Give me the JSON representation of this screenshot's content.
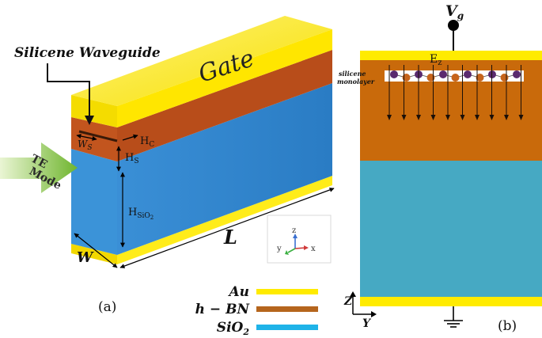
{
  "panel_a": {
    "caption": "(a)",
    "title": "Silicene Waveguide",
    "gate_label": "Gate",
    "mode_arrow": {
      "line1": "TE",
      "line2": "Mode"
    },
    "dims": {
      "ws": "W",
      "ws_sub": "S",
      "hc": "H",
      "hc_sub": "C",
      "hs": "H",
      "hs_sub": "S",
      "hsio2": "H",
      "hsio2_sub": "SiO",
      "hsio2_sub2": "2",
      "length": "L",
      "width": "W"
    },
    "axes": {
      "z": "z",
      "y": "y",
      "x": "x"
    }
  },
  "legend": [
    {
      "name": "Au",
      "color": "#ffeb00"
    },
    {
      "name": "h − BN",
      "color": "#b5651d"
    },
    {
      "name": "SiO",
      "sub": "2",
      "color": "#1fb3e8"
    }
  ],
  "panel_b": {
    "caption": "(b)",
    "gate_voltage": "V",
    "gate_voltage_sub": "g",
    "field_label": "E",
    "field_sub": "z",
    "monolayer_label_1": "silicene",
    "monolayer_label_2": "monolayer",
    "axes": {
      "z": "Z",
      "y": "Y"
    }
  },
  "colors": {
    "gold": "#ffeb00",
    "hbn_3d": "#c0541c",
    "sio2_3d": "#2f88d0",
    "hbn_2d": "#c86a0a",
    "sio2_2d": "#47a9c2",
    "arrow_green": "#7fc23a"
  }
}
